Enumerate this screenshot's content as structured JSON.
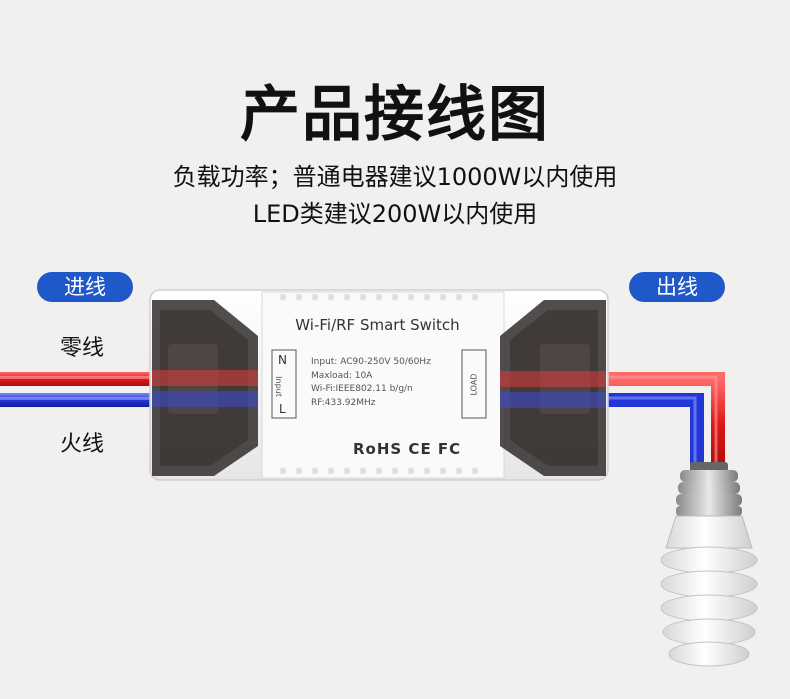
{
  "title": "产品接线图",
  "subtitle_line1": "负载功率；普通电器建议1000W以内使用",
  "subtitle_line2": "LED类建议200W以内使用",
  "labels": {
    "input": "进线",
    "output": "出线",
    "neutral": "零线",
    "live": "火线"
  },
  "device": {
    "name": "Wi-Fi/RF Smart Switch",
    "specs": [
      "Input: AC90-250V 50/60Hz",
      "Maxload: 10A",
      "Wi-Fi:IEEE802.11 b/g/n",
      "RF:433.92MHz"
    ],
    "terminal_n": "N",
    "terminal_l": "L",
    "input_tag": "Input",
    "load_tag": "LOAD",
    "certifications": "RoHS  CE  FC"
  },
  "colors": {
    "accent": "#1f58c8",
    "wire_red": "#e02020",
    "wire_blue": "#2338d6",
    "background": "#f1f0ee"
  },
  "icons": [
    "bulb-icon"
  ]
}
